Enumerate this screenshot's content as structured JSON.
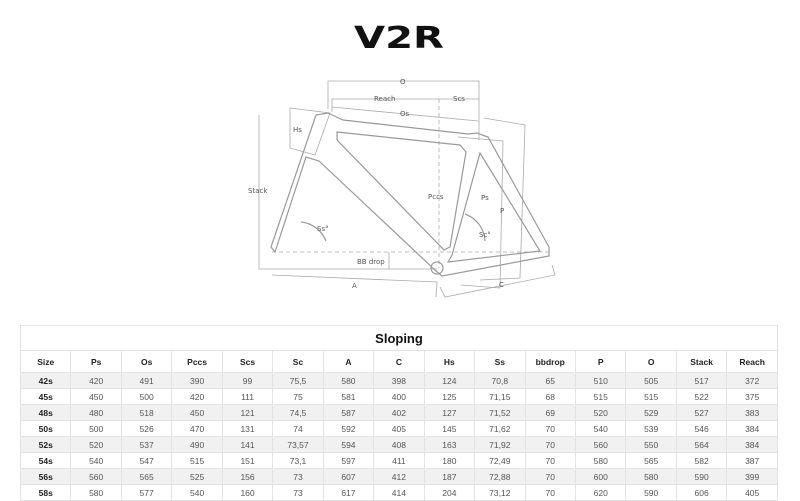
{
  "logo": "V2R",
  "diagram": {
    "labels": {
      "O": "O",
      "Reach": "Reach",
      "Scs": "Scs",
      "Os": "Os",
      "Hs": "Hs",
      "Stack": "Stack",
      "Pccs": "Pccs",
      "Ps": "Ps",
      "P": "P",
      "head_angle": "Ss°",
      "seat_angle": "Sc°",
      "bb_drop": "BB drop",
      "A": "A",
      "C": "C"
    }
  },
  "table": {
    "title": "Sloping",
    "headers": [
      "Size",
      "Ps",
      "Os",
      "Pccs",
      "Scs",
      "Sc",
      "A",
      "C",
      "Hs",
      "Ss",
      "bbdrop",
      "P",
      "O",
      "Stack",
      "Reach"
    ],
    "rows": [
      [
        "42s",
        "420",
        "491",
        "390",
        "99",
        "75,5",
        "580",
        "398",
        "124",
        "70,8",
        "65",
        "510",
        "505",
        "517",
        "372"
      ],
      [
        "45s",
        "450",
        "500",
        "420",
        "111",
        "75",
        "581",
        "400",
        "125",
        "71,15",
        "68",
        "515",
        "515",
        "522",
        "375"
      ],
      [
        "48s",
        "480",
        "518",
        "450",
        "121",
        "74,5",
        "587",
        "402",
        "127",
        "71,52",
        "69",
        "520",
        "529",
        "527",
        "383"
      ],
      [
        "50s",
        "500",
        "526",
        "470",
        "131",
        "74",
        "592",
        "405",
        "145",
        "71,62",
        "70",
        "540",
        "539",
        "546",
        "384"
      ],
      [
        "52s",
        "520",
        "537",
        "490",
        "141",
        "73,57",
        "594",
        "408",
        "163",
        "71,92",
        "70",
        "560",
        "550",
        "564",
        "384"
      ],
      [
        "54s",
        "540",
        "547",
        "515",
        "151",
        "73,1",
        "597",
        "411",
        "180",
        "72,49",
        "70",
        "580",
        "565",
        "582",
        "387"
      ],
      [
        "56s",
        "560",
        "565",
        "525",
        "156",
        "73",
        "607",
        "412",
        "187",
        "72,88",
        "70",
        "600",
        "580",
        "590",
        "399"
      ],
      [
        "58s",
        "580",
        "577",
        "540",
        "160",
        "73",
        "617",
        "414",
        "204",
        "73,12",
        "70",
        "620",
        "590",
        "606",
        "405"
      ]
    ]
  }
}
